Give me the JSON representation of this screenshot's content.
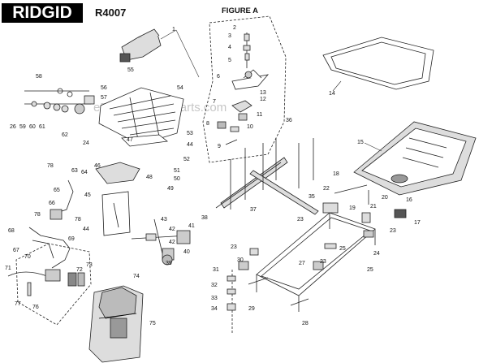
{
  "header": {
    "brand": "RIDGID",
    "model": "R4007",
    "figure_title": "FIGURE A"
  },
  "watermark": "eReplacementParts.com",
  "callouts": [
    {
      "id": "c1",
      "text": "1"
    },
    {
      "id": "c2",
      "text": "2"
    },
    {
      "id": "c3",
      "text": "3"
    },
    {
      "id": "c4",
      "text": "4"
    },
    {
      "id": "c5",
      "text": "5"
    },
    {
      "id": "c6",
      "text": "6"
    },
    {
      "id": "c7",
      "text": "7"
    },
    {
      "id": "c8",
      "text": "8"
    },
    {
      "id": "c9",
      "text": "9"
    },
    {
      "id": "c10",
      "text": "10"
    },
    {
      "id": "c11",
      "text": "11"
    },
    {
      "id": "c12",
      "text": "12"
    },
    {
      "id": "c13",
      "text": "13"
    },
    {
      "id": "c14",
      "text": "14"
    },
    {
      "id": "c15",
      "text": "15"
    },
    {
      "id": "c16",
      "text": "16"
    },
    {
      "id": "c17",
      "text": "17"
    },
    {
      "id": "c18",
      "text": "18"
    },
    {
      "id": "c19",
      "text": "19"
    },
    {
      "id": "c20",
      "text": "20"
    },
    {
      "id": "c21",
      "text": "21"
    },
    {
      "id": "c22",
      "text": "22"
    },
    {
      "id": "c23a",
      "text": "23"
    },
    {
      "id": "c23b",
      "text": "23"
    },
    {
      "id": "c23c",
      "text": "23"
    },
    {
      "id": "c23d",
      "text": "23"
    },
    {
      "id": "c24",
      "text": "24"
    },
    {
      "id": "c25a",
      "text": "25"
    },
    {
      "id": "c25b",
      "text": "25"
    },
    {
      "id": "c27",
      "text": "27"
    },
    {
      "id": "c28",
      "text": "28"
    },
    {
      "id": "c29",
      "text": "29"
    },
    {
      "id": "c30",
      "text": "30"
    },
    {
      "id": "c31",
      "text": "31"
    },
    {
      "id": "c32",
      "text": "32"
    },
    {
      "id": "c33",
      "text": "33"
    },
    {
      "id": "c34",
      "text": "34"
    },
    {
      "id": "c35",
      "text": "35"
    },
    {
      "id": "c36",
      "text": "36"
    },
    {
      "id": "c37",
      "text": "37"
    },
    {
      "id": "c38",
      "text": "38"
    },
    {
      "id": "c39",
      "text": "39"
    },
    {
      "id": "c40",
      "text": "40"
    },
    {
      "id": "c41",
      "text": "41"
    },
    {
      "id": "c42a",
      "text": "42"
    },
    {
      "id": "c42b",
      "text": "42"
    },
    {
      "id": "c43",
      "text": "43"
    },
    {
      "id": "c44a",
      "text": "44"
    },
    {
      "id": "c44b",
      "text": "44"
    },
    {
      "id": "c45",
      "text": "45"
    },
    {
      "id": "c46",
      "text": "46"
    },
    {
      "id": "c47",
      "text": "47"
    },
    {
      "id": "c48",
      "text": "48"
    },
    {
      "id": "c49",
      "text": "49"
    },
    {
      "id": "c50",
      "text": "50"
    },
    {
      "id": "c51",
      "text": "51"
    },
    {
      "id": "c52",
      "text": "52"
    },
    {
      "id": "c53",
      "text": "53"
    },
    {
      "id": "c54",
      "text": "54"
    },
    {
      "id": "c55",
      "text": "55"
    },
    {
      "id": "c56",
      "text": "56"
    },
    {
      "id": "c57",
      "text": "57"
    },
    {
      "id": "c58",
      "text": "58"
    },
    {
      "id": "c59",
      "text": "59"
    },
    {
      "id": "c60",
      "text": "60"
    },
    {
      "id": "c61",
      "text": "61"
    },
    {
      "id": "c62",
      "text": "62"
    },
    {
      "id": "c63",
      "text": "63"
    },
    {
      "id": "c64",
      "text": "64"
    },
    {
      "id": "c65",
      "text": "65"
    },
    {
      "id": "c66",
      "text": "66"
    },
    {
      "id": "c67",
      "text": "67"
    },
    {
      "id": "c68",
      "text": "68"
    },
    {
      "id": "c69",
      "text": "69"
    },
    {
      "id": "c70",
      "text": "70"
    },
    {
      "id": "c71",
      "text": "71"
    },
    {
      "id": "c72",
      "text": "72"
    },
    {
      "id": "c73",
      "text": "73"
    },
    {
      "id": "c74",
      "text": "74"
    },
    {
      "id": "c75",
      "text": "75"
    },
    {
      "id": "c76",
      "text": "76"
    },
    {
      "id": "c77",
      "text": "77"
    },
    {
      "id": "c78a",
      "text": "78"
    },
    {
      "id": "c78b",
      "text": "78"
    },
    {
      "id": "c78c",
      "text": "78"
    },
    {
      "id": "c26",
      "text": "26"
    },
    {
      "id": "c24b",
      "text": "24"
    }
  ]
}
